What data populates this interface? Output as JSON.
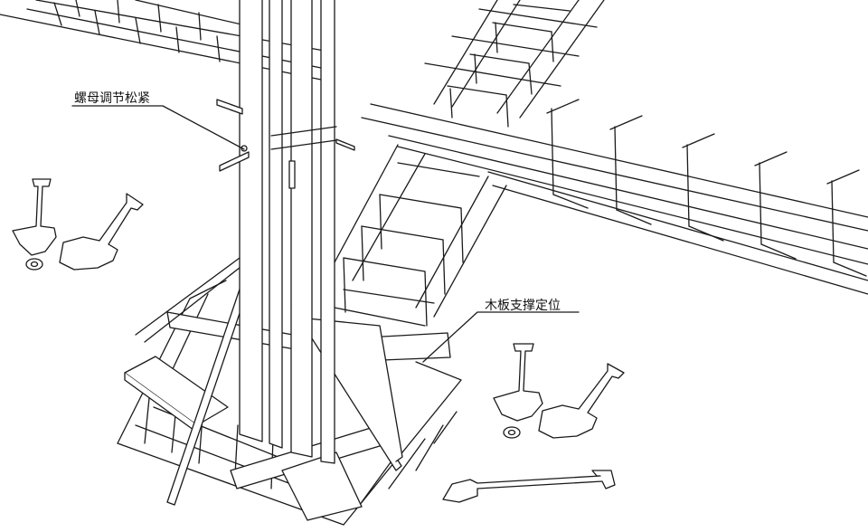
{
  "annotations": {
    "nut_adjust": "螺母调节松紧",
    "board_support": "木板支撑定位"
  },
  "colors": {
    "line": "#1a1a1a",
    "fill": "#ffffff",
    "background": "#ffffff"
  },
  "objects": {
    "shovels_count": 5,
    "nuts_count": 2,
    "icons": [
      "shovel-icon",
      "nut-icon"
    ]
  }
}
